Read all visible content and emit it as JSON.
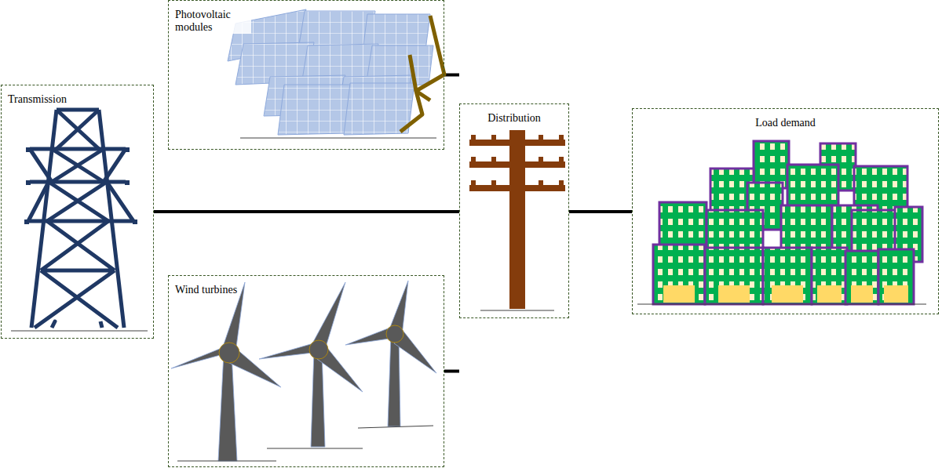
{
  "diagram": {
    "nodes": [
      {
        "text": [
          "Transmission"
        ]
      },
      {
        "text": [
          "Photovoltaic modules"
        ]
      },
      {
        "text": [
          "Wind turbines"
        ]
      },
      {
        "text": [
          "Distribution"
        ]
      },
      {
        "text": [
          "Load demand"
        ]
      }
    ],
    "edges": [
      {
        "from": 0,
        "to": 3,
        "arrow": "none"
      },
      {
        "from": 1,
        "to": 3,
        "arrow": "none"
      },
      {
        "from": 2,
        "to": 3,
        "arrow": "none"
      },
      {
        "from": 3,
        "to": 4,
        "arrow": "none"
      }
    ]
  }
}
